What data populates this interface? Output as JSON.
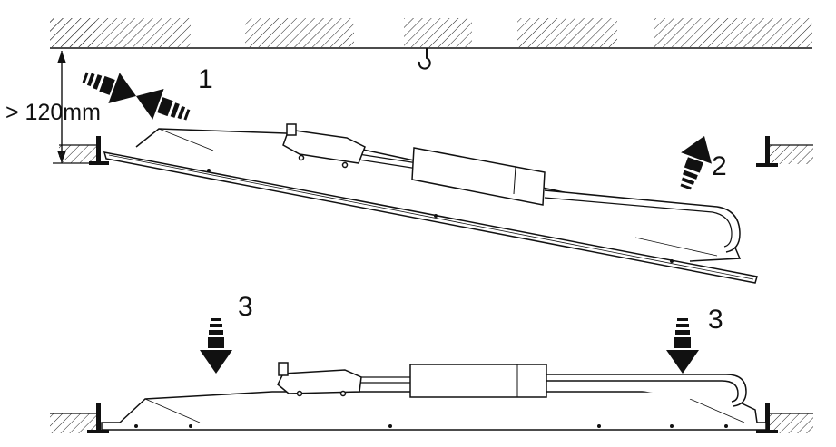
{
  "labels": {
    "clearance": "> 120mm",
    "step1": "1",
    "step2": "2",
    "step3_left": "3",
    "step3_right": "3"
  },
  "icons": {
    "ceiling": "hatched-ceiling",
    "hook": "hook-icon",
    "arrow": "dashed-arrow-icon",
    "panel": "led-panel",
    "driver": "driver-box",
    "support": "t-bar-support"
  },
  "colors": {
    "line": "#111111",
    "background": "#ffffff"
  }
}
